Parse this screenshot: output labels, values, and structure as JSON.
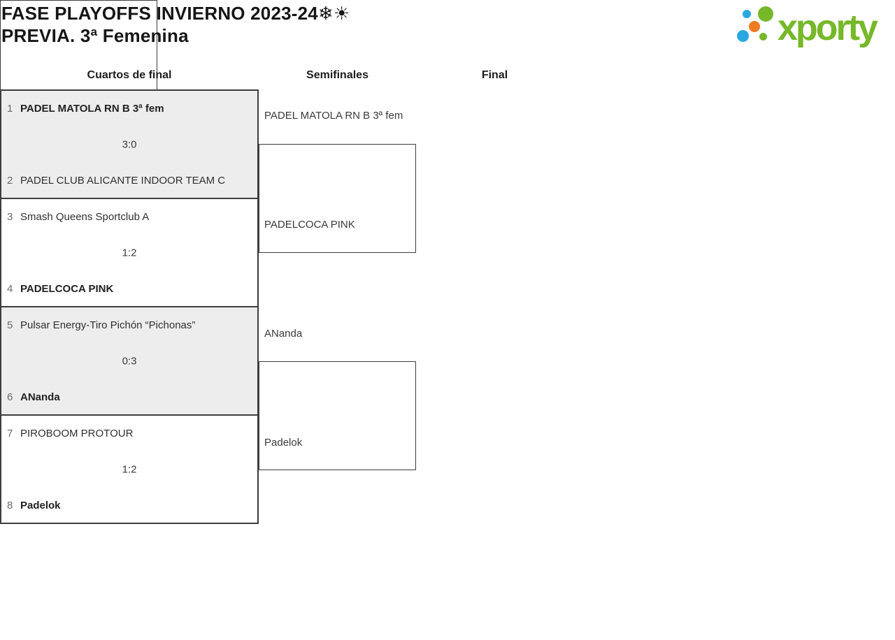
{
  "header": {
    "title_line1": "FASE PLAYOFFS INVIERNO 2023-24❄☀",
    "title_line2": "PREVIA. 3ª Femenina"
  },
  "logo": {
    "wordmark": "xporty",
    "brand_colors": {
      "green": "#76b82a",
      "blue": "#29a8e0",
      "orange": "#ee7b22"
    }
  },
  "columns": [
    {
      "label": "Cuartos de final"
    },
    {
      "label": "Semifinales"
    },
    {
      "label": "Final"
    }
  ],
  "bracket": {
    "quarterfinals": [
      {
        "seed_top": "1",
        "team_top": "PADEL MATOLA RN B 3ª fem",
        "top_winner": true,
        "score": "3:0",
        "seed_bottom": "2",
        "team_bottom": "PADEL CLUB ALICANTE INDOOR TEAM C",
        "bottom_winner": false
      },
      {
        "seed_top": "3",
        "team_top": "Smash Queens Sportclub A",
        "top_winner": false,
        "score": "1:2",
        "seed_bottom": "4",
        "team_bottom": "PADELCOCA PINK",
        "bottom_winner": true
      },
      {
        "seed_top": "5",
        "team_top": "Pulsar Energy-Tiro Pichón “Pichonas”",
        "top_winner": false,
        "score": "0:3",
        "seed_bottom": "6",
        "team_bottom": "ANanda",
        "bottom_winner": true
      },
      {
        "seed_top": "7",
        "team_top": "PIROBOOM PROTOUR",
        "top_winner": false,
        "score": "1:2",
        "seed_bottom": "8",
        "team_bottom": "Padelok",
        "bottom_winner": true
      }
    ],
    "semifinal_entries": [
      "PADEL MATOLA RN B 3ª fem",
      "PADELCOCA PINK",
      "ANanda",
      "Padelok"
    ]
  }
}
